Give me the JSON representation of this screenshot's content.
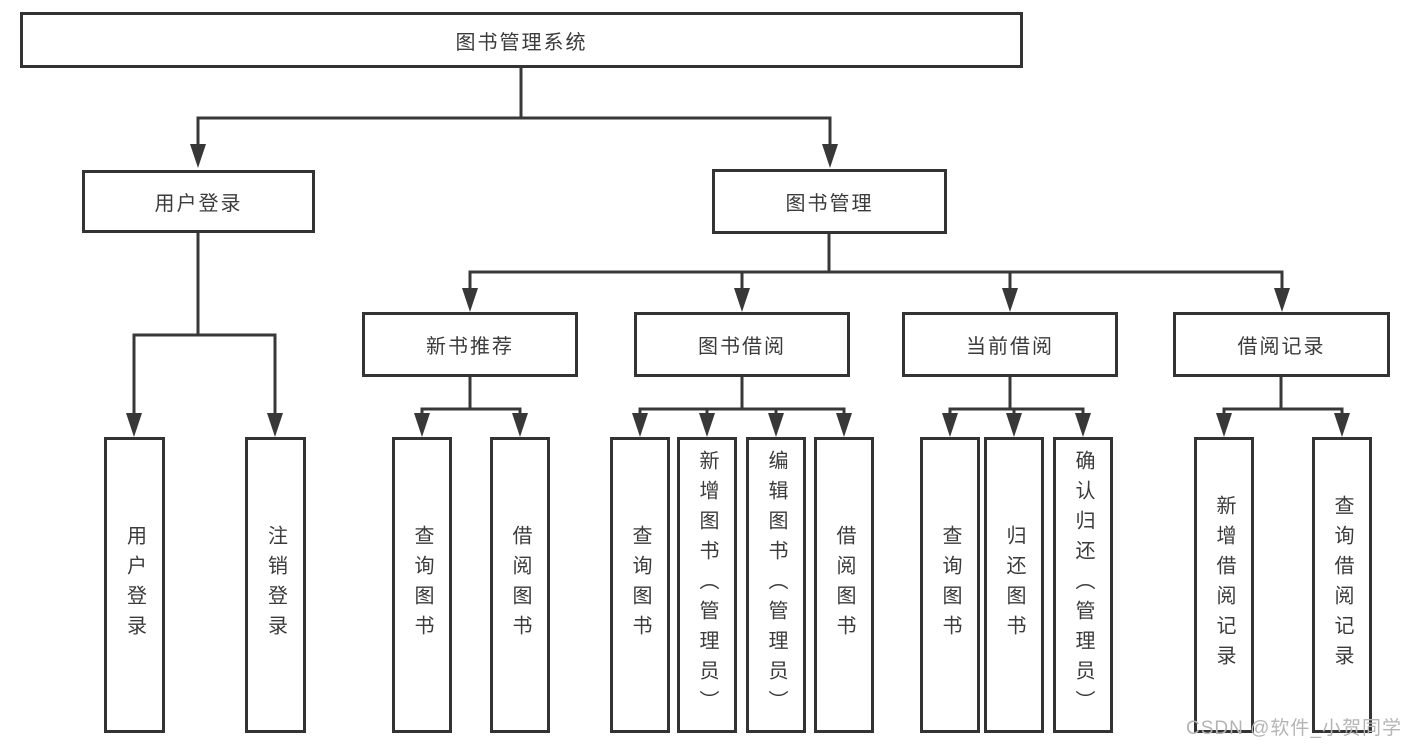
{
  "nodes": {
    "root": "图书管理系统",
    "user_login": "用户登录",
    "book_mgmt": "图书管理",
    "new_book": "新书推荐",
    "book_borrow": "图书借阅",
    "current_borrow": "当前借阅",
    "borrow_record": "借阅记录",
    "leaves": {
      "user_login": [
        "用户登录",
        "注销登录"
      ],
      "new_book": [
        "查询图书",
        "借阅图书"
      ],
      "book_borrow": [
        "查询图书",
        "新增图书（管理员）",
        "编辑图书（管理员）",
        "借阅图书"
      ],
      "current_borrow": [
        "查询图书",
        "归还图书",
        "确认归还（管理员）"
      ],
      "borrow_record": [
        "新增借阅记录",
        "查询借阅记录"
      ]
    }
  },
  "watermark": "CSDN @软件_小贺同学",
  "colors": {
    "line": "#383838",
    "border": "#333333",
    "text": "#3b3b3b",
    "watermark": "#b5b5b5",
    "background": "#ffffff"
  }
}
